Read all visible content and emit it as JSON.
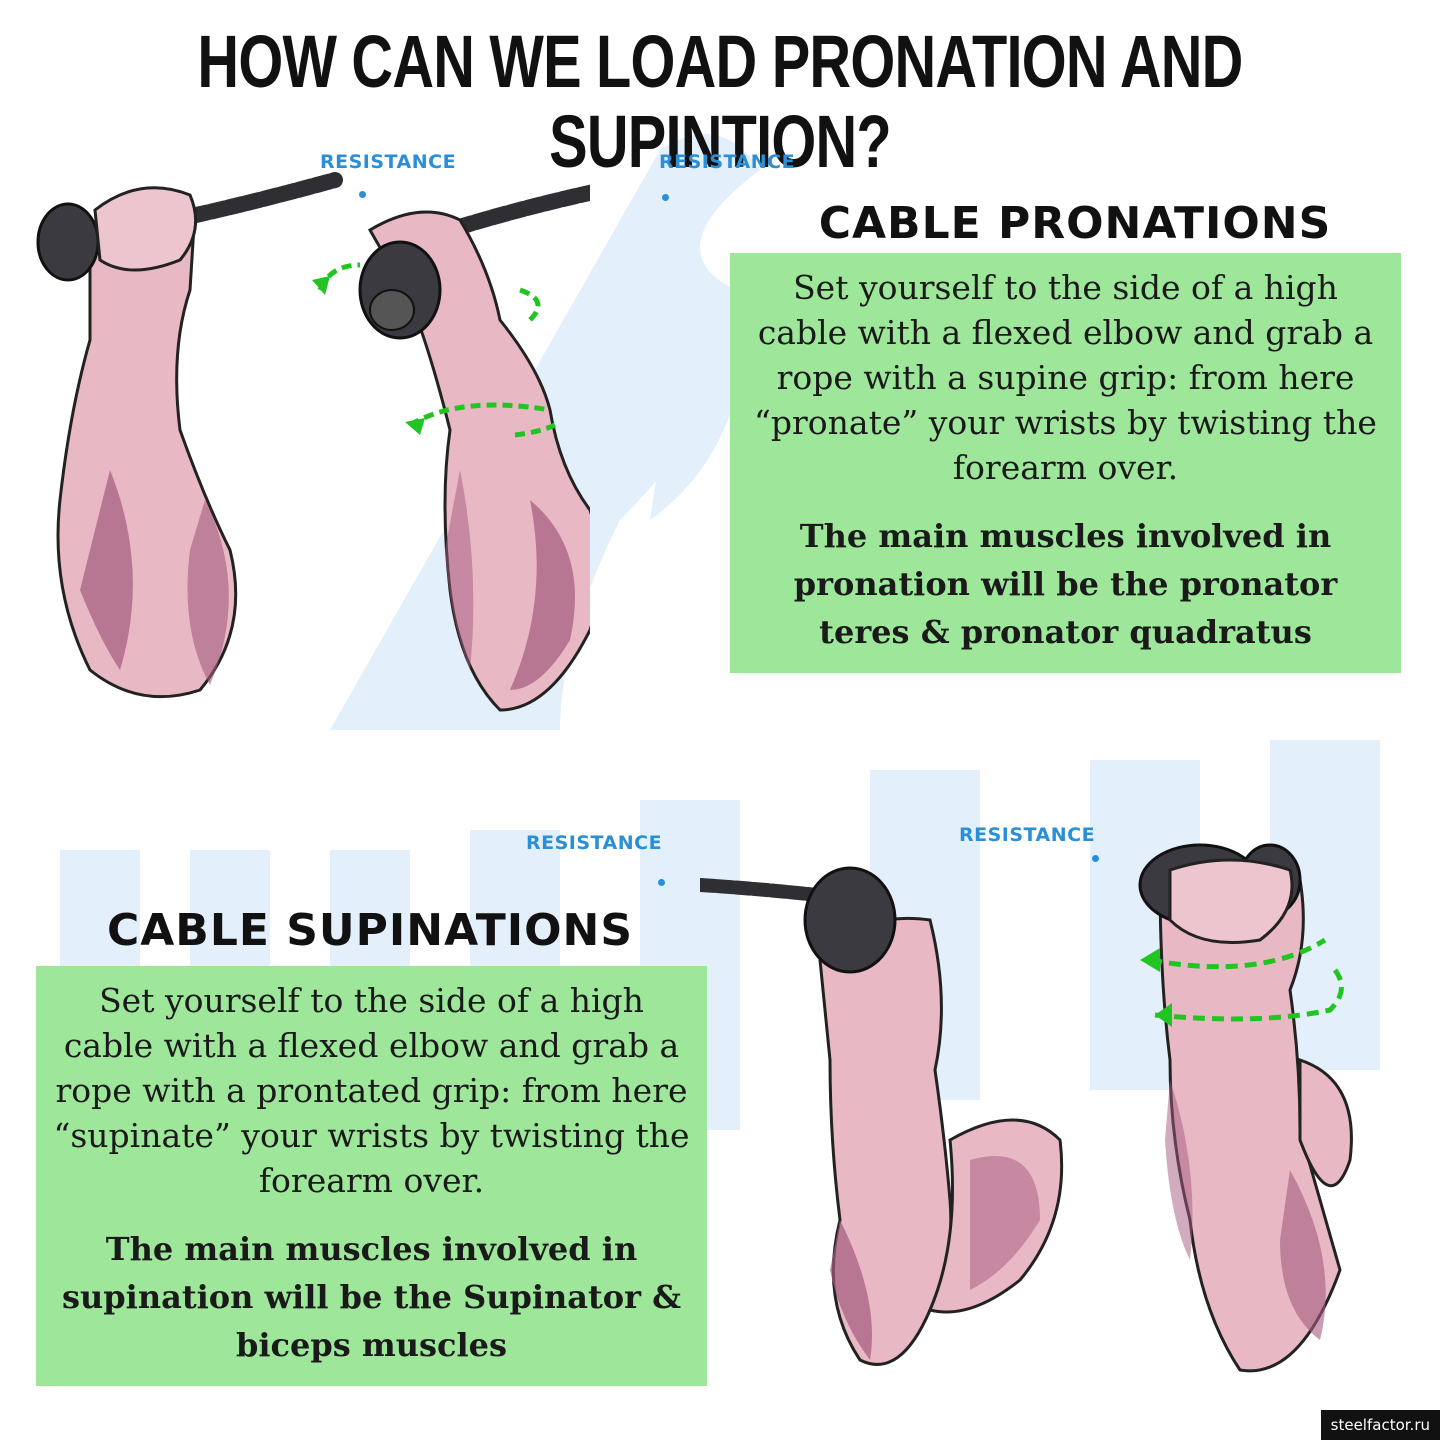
{
  "title": "HOW CAN WE LOAD PRONATION AND SUPINTION?",
  "pronation": {
    "heading": "CABLE PRONATIONS",
    "description": "Set yourself to the side of a high cable with a flexed elbow and grab a rope with a supine grip: from here “pronate” your wrists by twisting the forearm over.",
    "muscles": "The main muscles involved in pronation will be the pronator teres & pronator quadratus",
    "resistance_label_1": "RESISTANCE",
    "resistance_label_2": "RESISTANCE"
  },
  "supination": {
    "heading": "CABLE SUPINATIONS",
    "description": "Set yourself to the side of a high cable with a flexed elbow and grab a rope with a prontated grip: from here “supinate” your wrists by twisting the forearm over.",
    "muscles": "The main muscles involved in supination will be the Supinator & biceps muscles",
    "resistance_label_1": "RESISTANCE",
    "resistance_label_2": "RESISTANCE"
  },
  "credit": "steelfactor.ru",
  "colors": {
    "box_green": "#9de69a",
    "resistance_blue": "#2b8fd8",
    "arrow_green": "#22c422",
    "skin": "#e8b9c4",
    "skin_shadow": "#a35a7e",
    "rope": "#2e2e33",
    "watermark": "#e3f0fb"
  }
}
